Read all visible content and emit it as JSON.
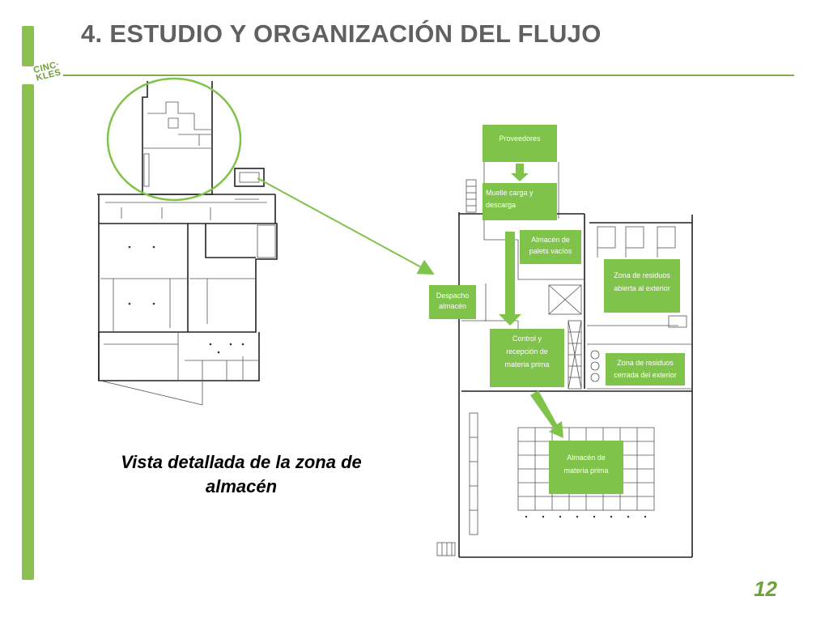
{
  "title": "4. ESTUDIO Y ORGANIZACIÓN DEL FLUJO",
  "logo": {
    "line1": "CINC·",
    "line2": "KLES"
  },
  "caption": "Vista detallada de la zona de almacén",
  "page_number": "12",
  "flow_nodes": [
    {
      "line1": "Proveedores",
      "line2": ""
    },
    {
      "line1": "Muelle carga y",
      "line2": "descarga"
    },
    {
      "line1": "Almacén de",
      "line2": "palets vacíos"
    },
    {
      "line1": "Zona de residuos",
      "line2": "abierta al exterior"
    },
    {
      "line1": "Despacho",
      "line2": "almacén"
    },
    {
      "line1": "Control y",
      "line2": "recepción de",
      "line3": "materia prima"
    },
    {
      "line1": "Zona de residuos",
      "line2": "cerrada del exterior"
    },
    {
      "line1": "Almacén de",
      "line2": "materia prima"
    }
  ],
  "colors": {
    "accent": "#8cc152",
    "title": "#606060",
    "box": "#7fc34a",
    "page_number": "#6fa33a"
  }
}
